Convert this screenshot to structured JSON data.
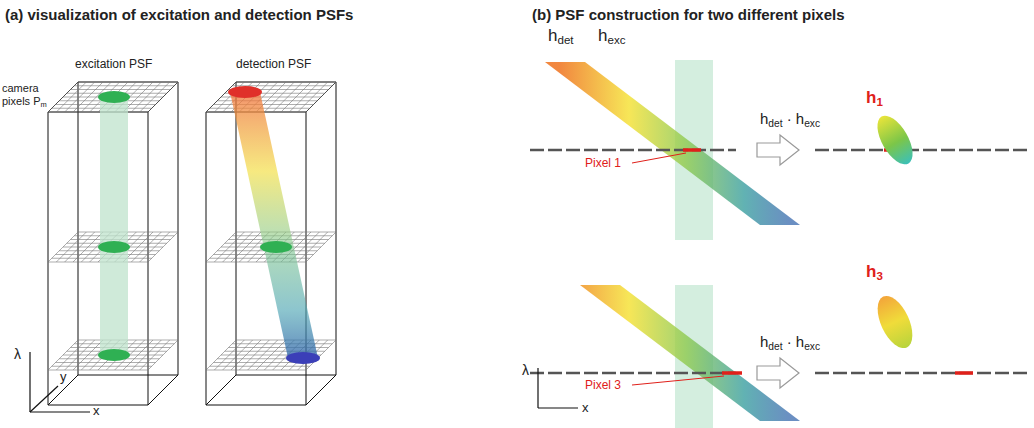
{
  "diagram": {
    "labels": [
      "(a) visualization of excitation and detection PSFs",
      "(b) PSF construction for two different pixels",
      "excitation PSF",
      "detection PSF",
      "camera pixels P",
      "m",
      "λ",
      "y",
      "x",
      "h",
      "det",
      "h",
      "exc",
      "h",
      "det",
      "· h",
      "exc",
      "Pixel 1",
      "h",
      "1",
      "h",
      "3",
      "h",
      "det",
      "· h",
      "exc",
      "Pixel 3",
      "λ",
      "x"
    ]
  }
}
